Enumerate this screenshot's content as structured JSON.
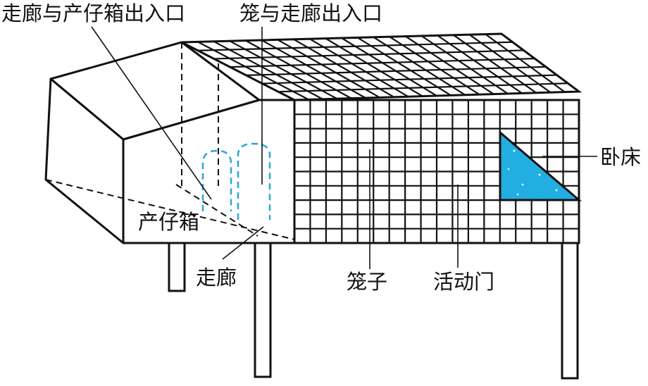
{
  "labels": {
    "corridor_to_nest_entrance": "走廊与产仔箱出入口",
    "cage_to_corridor_entrance": "笼与走廊出入口",
    "nesting_box": "产仔箱",
    "corridor": "走廊",
    "cage": "笼子",
    "movable_door": "活动门",
    "resting_bed": "卧床"
  },
  "colors": {
    "line": "#111111",
    "dashed_entrance": "#2aa7d8",
    "bed_fill": "#22aee0"
  }
}
